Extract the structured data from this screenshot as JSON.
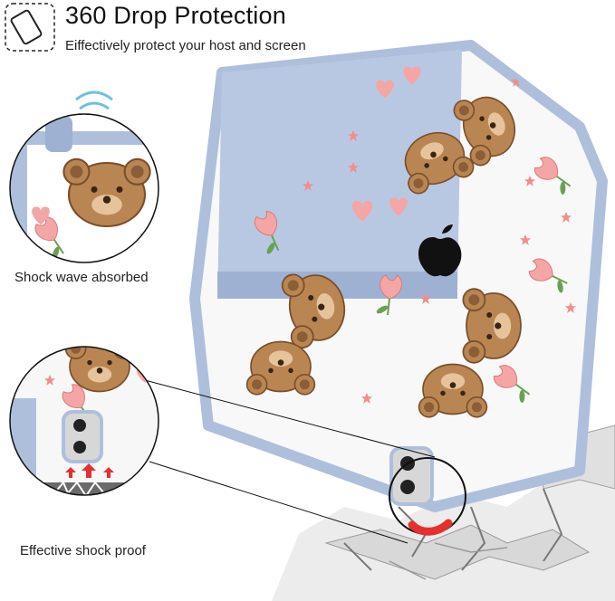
{
  "header": {
    "title": "360 Drop Protection",
    "subtitle": "Eiffectively protect your host and screen",
    "icon": "phone-drop-icon"
  },
  "callouts": [
    {
      "label": "Shock wave absorbed"
    },
    {
      "label": "Effective shock proof"
    }
  ],
  "colors": {
    "case_blue": "#aebfdc",
    "case_blue_dark": "#8ea3c7",
    "bear_brown": "#b98653",
    "bear_dark": "#7a4f2b",
    "pink": "#f4a6a6",
    "leaf_green": "#6aa055",
    "impact_red": "#e53030",
    "crack_gray": "#8a8a8a"
  }
}
